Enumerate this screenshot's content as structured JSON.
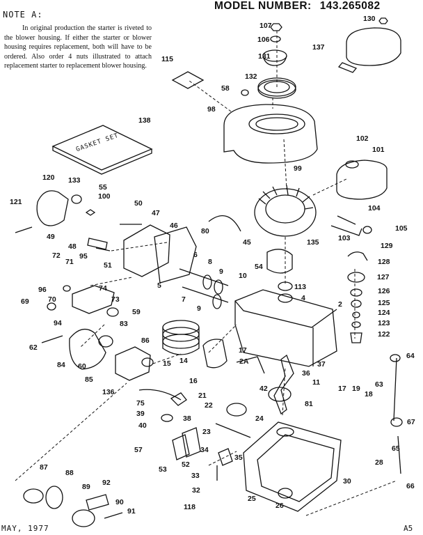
{
  "header": {
    "note_title": "NOTE A:",
    "note_text": "In original production the starter is riveted to the blower housing. If either the starter or blower housing requires replacement, both will have to be ordered. Also order 4 nuts illustrated to attach replacement starter to replacement blower housing.",
    "model_label": "MODEL NUMBER:",
    "model_number": "143.265082"
  },
  "gasket_set_label": "GASKET SET",
  "footer": {
    "date": "MAY, 1977",
    "page_code": "A5"
  },
  "part_labels": [
    "107",
    "130",
    "106",
    "137",
    "131",
    "115",
    "132",
    "58",
    "98",
    "138",
    "102",
    "101",
    "99",
    "120",
    "133",
    "55",
    "100",
    "121",
    "50",
    "47",
    "104",
    "46",
    "80",
    "105",
    "49",
    "48",
    "51",
    "45",
    "135",
    "103",
    "129",
    "72",
    "71",
    "95",
    "6",
    "8",
    "9",
    "128",
    "54",
    "127",
    "10",
    "5",
    "96",
    "74",
    "113",
    "4",
    "126",
    "69",
    "70",
    "73",
    "7",
    "9",
    "2",
    "59",
    "125",
    "94",
    "124",
    "83",
    "123",
    "122",
    "86",
    "62",
    "84",
    "60",
    "15",
    "14",
    "17",
    "2A",
    "36",
    "37",
    "64",
    "85",
    "136",
    "16",
    "42",
    "11",
    "75",
    "21",
    "17",
    "19",
    "18",
    "63",
    "39",
    "38",
    "22",
    "81",
    "40",
    "23",
    "24",
    "67",
    "57",
    "53",
    "52",
    "34",
    "35",
    "28",
    "65",
    "87",
    "88",
    "33",
    "89",
    "92",
    "32",
    "25",
    "30",
    "118",
    "26",
    "90",
    "66",
    "91"
  ]
}
